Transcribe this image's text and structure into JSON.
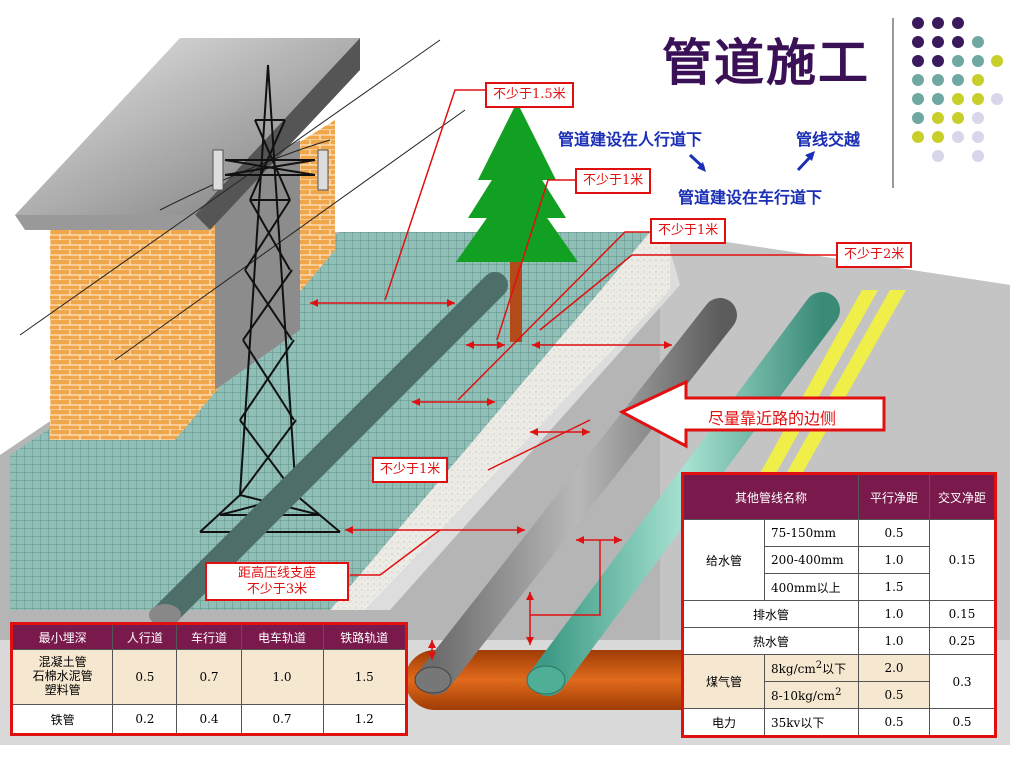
{
  "title": "管道施工",
  "labels": {
    "sidewalk": "管道建设在人行道下",
    "crossing": "管线交越",
    "roadway": "管道建设在车行道下",
    "near_edge": "尽量靠近路的边侧"
  },
  "notes": {
    "n15": "不少于1.5米",
    "n1a": "不少于1米",
    "n1b": "不少于1米",
    "n2": "不少于2米",
    "n1c": "不少于1米",
    "hv_line1": "距高压线支座",
    "hv_line2": "不少于3米"
  },
  "depth_table": {
    "headers": [
      "最小埋深",
      "人行道",
      "车行道",
      "电车轨道",
      "铁路轨道"
    ],
    "rows": [
      {
        "name1": "混凝土管",
        "name2": "石棉水泥管",
        "name3": "塑料管",
        "v": [
          "0.5",
          "0.7",
          "1.0",
          "1.5"
        ]
      },
      {
        "name1": "铁管",
        "v": [
          "0.2",
          "0.4",
          "0.7",
          "1.2"
        ]
      }
    ]
  },
  "distance_table": {
    "headers": [
      "其他管线名称",
      "平行净距",
      "交叉净距"
    ],
    "water": {
      "name": "给水管",
      "sizes": [
        "75-150mm",
        "200-400mm",
        "400mm以上"
      ],
      "parallel": [
        "0.5",
        "1.0",
        "1.5"
      ],
      "cross": "0.15"
    },
    "drain": {
      "name": "排水管",
      "parallel": "1.0",
      "cross": "0.15"
    },
    "heat": {
      "name": "热水管",
      "parallel": "1.0",
      "cross": "0.25"
    },
    "gas": {
      "name": "煤气管",
      "p1": "8kg/cm",
      "p1_sup": "2",
      "p1_tail": "以下",
      "p2": "8-10kg/cm",
      "p2_sup": "2",
      "parallel": [
        "2.0",
        "0.5"
      ],
      "cross": "0.3"
    },
    "power": {
      "name": "电力",
      "spec": "35kv以下",
      "parallel": "0.5",
      "cross": "0.5"
    }
  },
  "colors": {
    "title": "#3a1057",
    "label": "#1a2fb5",
    "note": "#e01010",
    "header": "#7a1a4c",
    "dot_purple": "#3a1a5c",
    "dot_teal": "#6fa8a3",
    "dot_olive": "#c9cf2a",
    "dot_lavender": "#d7d6ea"
  },
  "icons": [
    "power-tower-icon",
    "tree-icon",
    "house-icon",
    "pipe-icon",
    "arrow-icon"
  ]
}
